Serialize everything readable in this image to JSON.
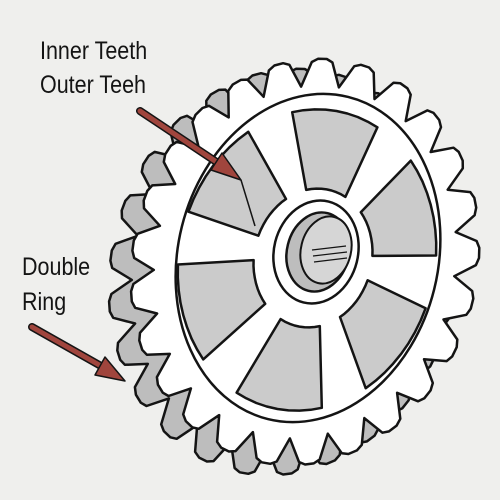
{
  "labels": {
    "inner_teeth": "Inner Teeth",
    "outer_teeth": "Outer Teeh",
    "double": "Double",
    "ring": "Ring"
  },
  "stock_id": "1660245120",
  "sprocket": {
    "teeth": 25,
    "spokes": 6,
    "colors": {
      "face": "#ffffff",
      "side": "#bdbdbd",
      "cutout": "#cbcbcb",
      "outline": "#141414",
      "arrow": "#a0453d",
      "background": "#efefed"
    }
  }
}
